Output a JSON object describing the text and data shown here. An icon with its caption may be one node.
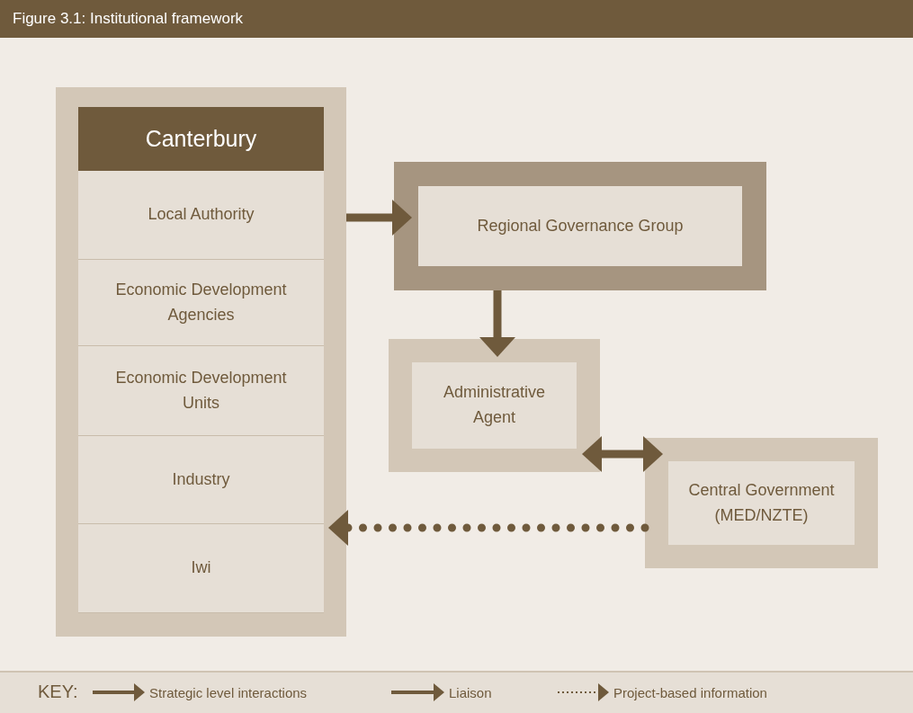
{
  "diagram": {
    "title": "Figure 3.1: Institutional framework",
    "nodes": [
      {
        "text": [
          "Canterbury"
        ]
      },
      {
        "text": [
          "Local Authority"
        ],
        "in": 0
      },
      {
        "text": [
          "Economic Development Agencies"
        ],
        "in": 0
      },
      {
        "text": [
          "Economic Development Units"
        ],
        "in": 0
      },
      {
        "text": [
          "Industry"
        ],
        "in": 0
      },
      {
        "text": [
          "Iwi"
        ],
        "in": 0
      },
      {
        "text": [
          "Regional Governance Group"
        ]
      },
      {
        "text": [
          "Administrative Agent"
        ]
      },
      {
        "text": [
          "Central Government (MED/NZTE)"
        ]
      }
    ],
    "edges": [
      {
        "from": 0,
        "to": 6,
        "arrow": "to"
      },
      {
        "from": 6,
        "to": 7,
        "arrow": "to"
      },
      {
        "from": 7,
        "to": 8,
        "arrow": "both"
      },
      {
        "from": 8,
        "to": 0,
        "arrow": "to",
        "style": "dashed"
      }
    ],
    "labels": [
      "KEY:"
    ],
    "legend": [
      {
        "text": "Strategic level interactions"
      },
      {
        "text": "Liaison"
      },
      {
        "text": "Project-based information"
      }
    ]
  }
}
